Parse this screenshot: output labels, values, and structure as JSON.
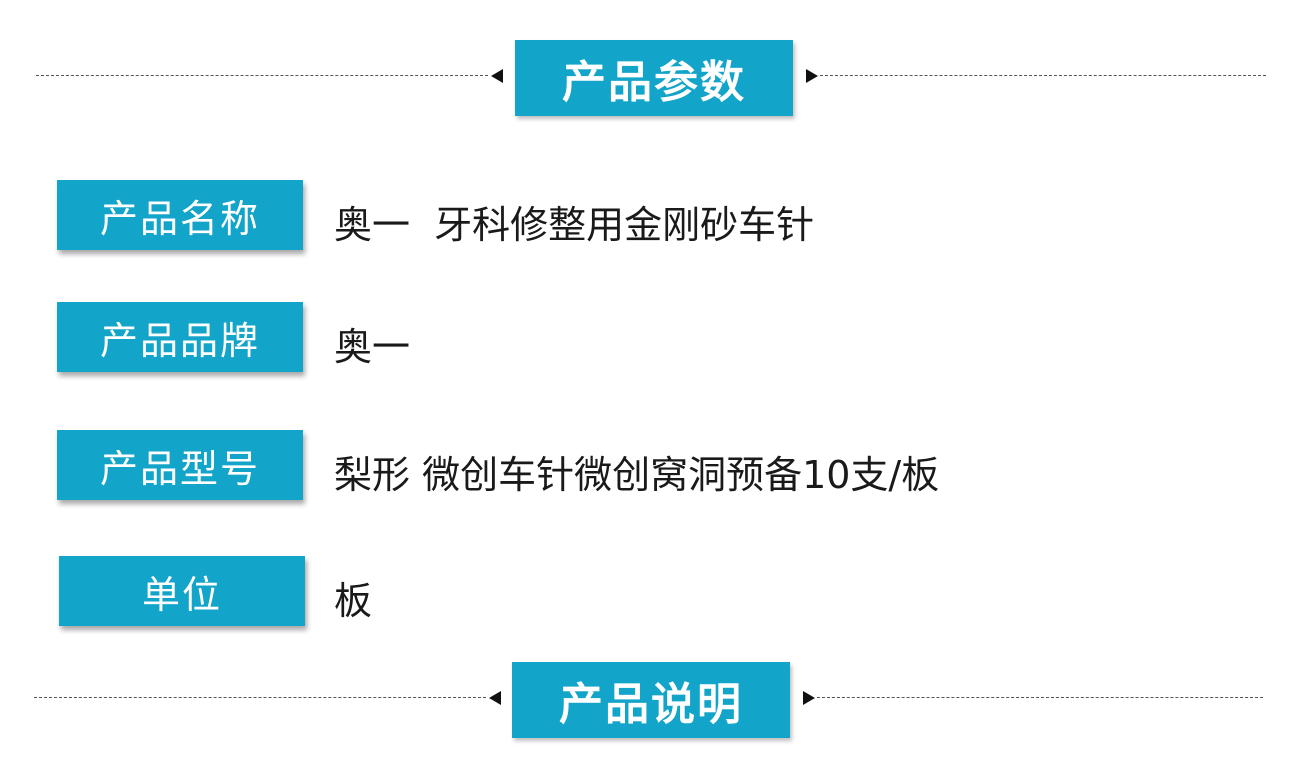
{
  "section_params": {
    "title": "产品参数"
  },
  "rows": [
    {
      "label": "产品名称",
      "value": "奥一  牙科修整用金刚砂车针"
    },
    {
      "label": "产品品牌",
      "value": "奥一"
    },
    {
      "label": "产品型号",
      "value": "梨形 微创车针微创窝洞预备10支/板"
    },
    {
      "label": "单位",
      "value": "板"
    }
  ],
  "section_desc": {
    "title": "产品说明"
  },
  "colors": {
    "accent": "#12a4c9",
    "text": "#1a1a1a",
    "dash": "#555555"
  }
}
